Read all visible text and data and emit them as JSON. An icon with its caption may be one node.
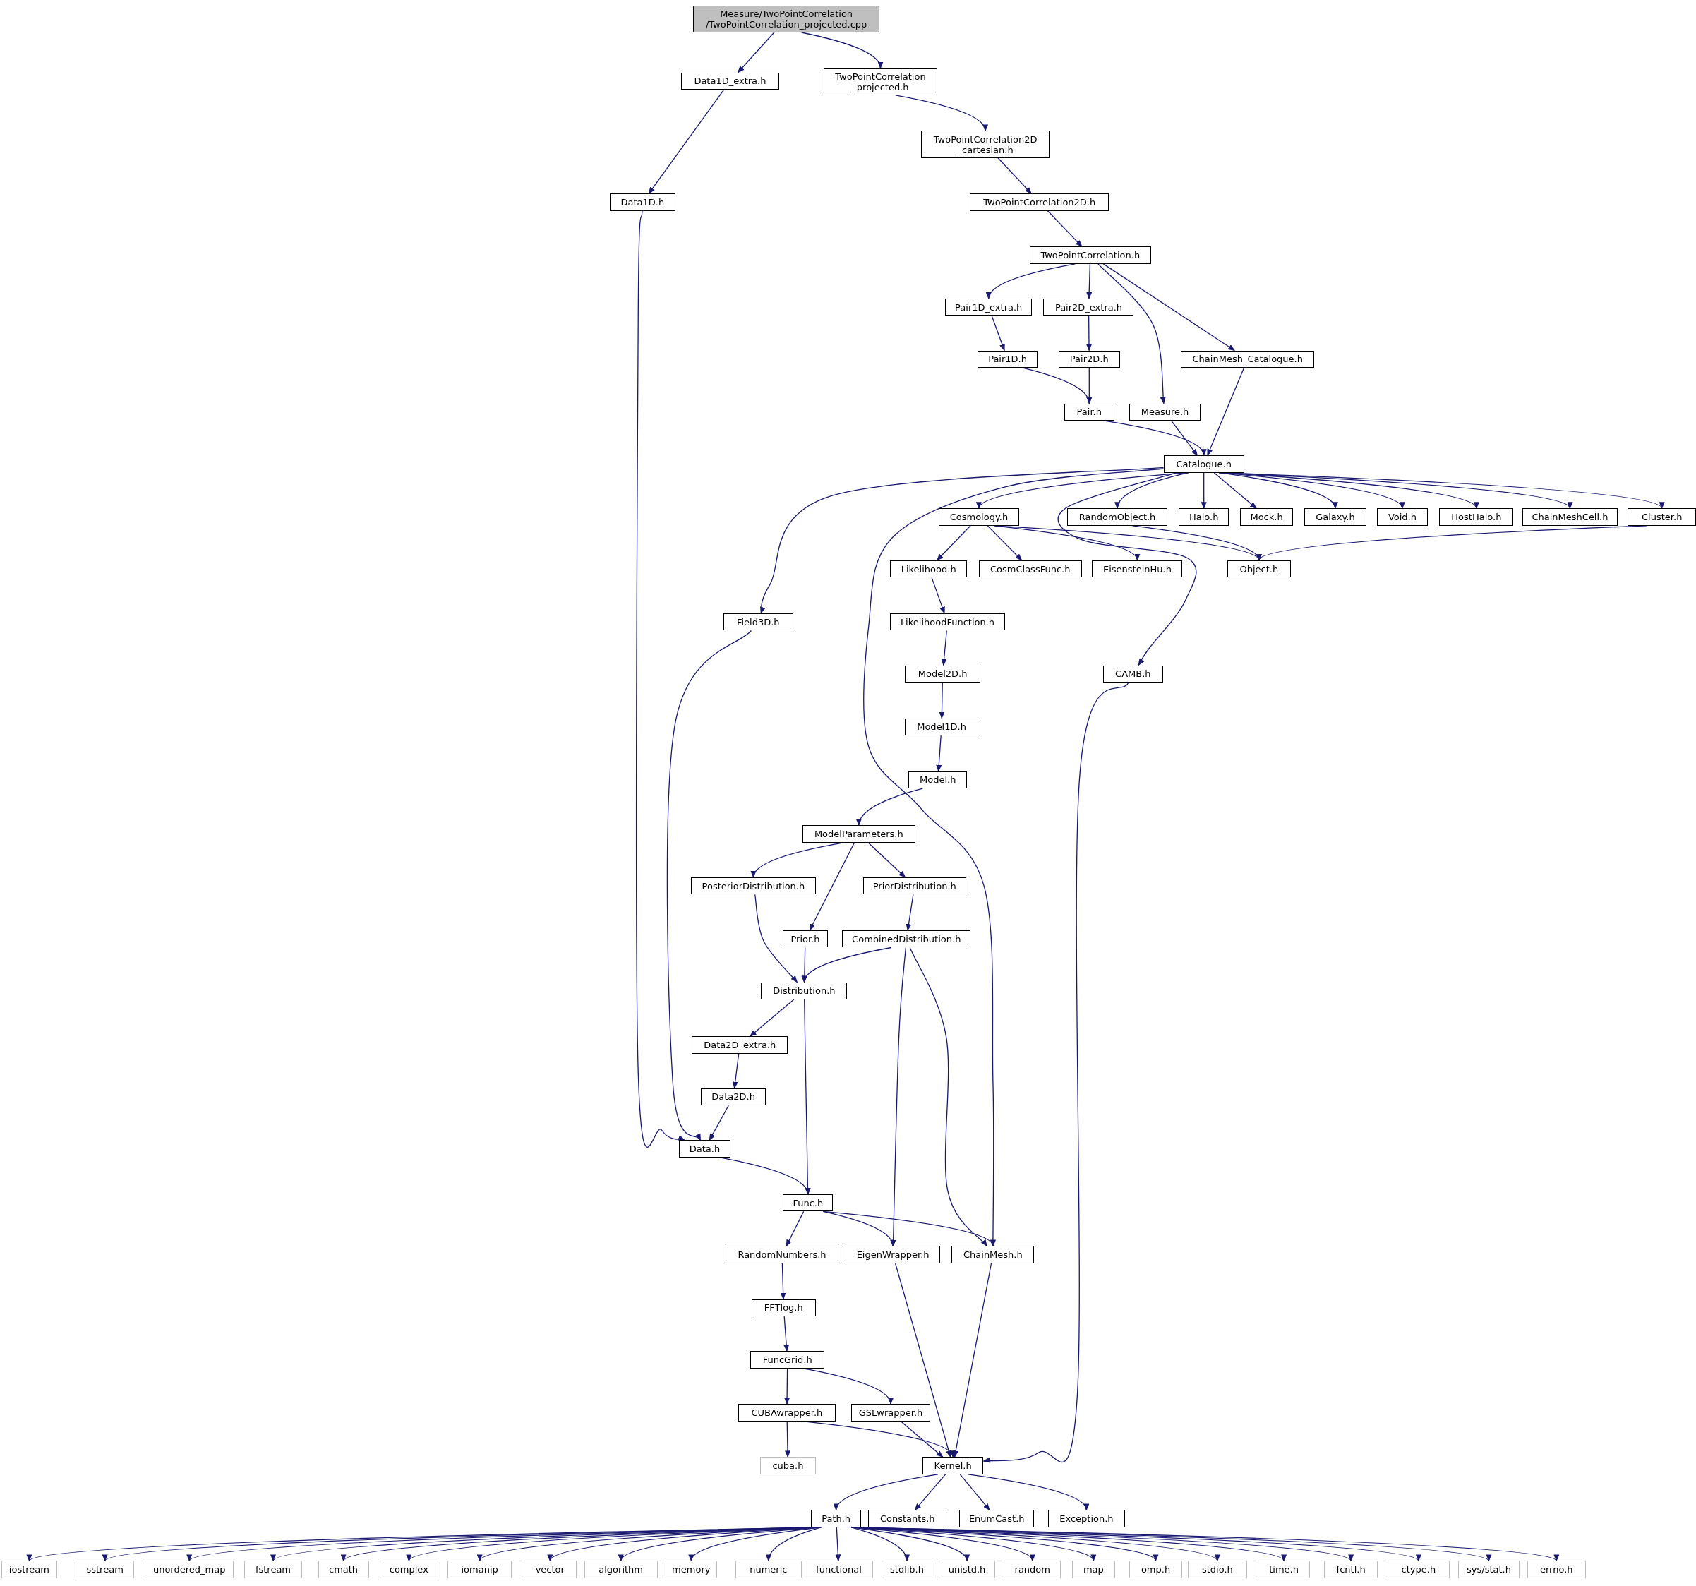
{
  "diagram": {
    "nodes": [
      {
        "text": [
          "Measure/TwoPointCorrelation /TwoPointCorrelation_projected.cpp"
        ]
      },
      {
        "text": [
          "Data1D_extra.h"
        ]
      },
      {
        "text": [
          "TwoPointCorrelation _projected.h"
        ]
      },
      {
        "text": [
          "TwoPointCorrelation2D _cartesian.h"
        ]
      },
      {
        "text": [
          "Data1D.h"
        ]
      },
      {
        "text": [
          "TwoPointCorrelation2D.h"
        ]
      },
      {
        "text": [
          "TwoPointCorrelation.h"
        ]
      },
      {
        "text": [
          "Pair1D_extra.h"
        ]
      },
      {
        "text": [
          "Pair2D_extra.h"
        ]
      },
      {
        "text": [
          "Pair1D.h"
        ]
      },
      {
        "text": [
          "Pair2D.h"
        ]
      },
      {
        "text": [
          "ChainMesh_Catalogue.h"
        ]
      },
      {
        "text": [
          "Pair.h"
        ]
      },
      {
        "text": [
          "Measure.h"
        ]
      },
      {
        "text": [
          "Catalogue.h"
        ]
      },
      {
        "text": [
          "Cosmology.h"
        ]
      },
      {
        "text": [
          "RandomObject.h"
        ]
      },
      {
        "text": [
          "Halo.h"
        ]
      },
      {
        "text": [
          "Mock.h"
        ]
      },
      {
        "text": [
          "Galaxy.h"
        ]
      },
      {
        "text": [
          "Void.h"
        ]
      },
      {
        "text": [
          "HostHalo.h"
        ]
      },
      {
        "text": [
          "ChainMeshCell.h"
        ]
      },
      {
        "text": [
          "Cluster.h"
        ]
      },
      {
        "text": [
          "Likelihood.h"
        ]
      },
      {
        "text": [
          "CosmClassFunc.h"
        ]
      },
      {
        "text": [
          "EisensteinHu.h"
        ]
      },
      {
        "text": [
          "Object.h"
        ]
      },
      {
        "text": [
          "Field3D.h"
        ]
      },
      {
        "text": [
          "LikelihoodFunction.h"
        ]
      },
      {
        "text": [
          "Model2D.h"
        ]
      },
      {
        "text": [
          "CAMB.h"
        ]
      },
      {
        "text": [
          "Model1D.h"
        ]
      },
      {
        "text": [
          "Model.h"
        ]
      },
      {
        "text": [
          "ModelParameters.h"
        ]
      },
      {
        "text": [
          "PosteriorDistribution.h"
        ]
      },
      {
        "text": [
          "PriorDistribution.h"
        ]
      },
      {
        "text": [
          "Prior.h"
        ]
      },
      {
        "text": [
          "CombinedDistribution.h"
        ]
      },
      {
        "text": [
          "Distribution.h"
        ]
      },
      {
        "text": [
          "Data2D_extra.h"
        ]
      },
      {
        "text": [
          "Data2D.h"
        ]
      },
      {
        "text": [
          "Data.h"
        ]
      },
      {
        "text": [
          "Func.h"
        ]
      },
      {
        "text": [
          "RandomNumbers.h"
        ]
      },
      {
        "text": [
          "EigenWrapper.h"
        ]
      },
      {
        "text": [
          "ChainMesh.h"
        ]
      },
      {
        "text": [
          "FFTlog.h"
        ]
      },
      {
        "text": [
          "FuncGrid.h"
        ]
      },
      {
        "text": [
          "CUBAwrapper.h"
        ]
      },
      {
        "text": [
          "GSLwrapper.h"
        ]
      },
      {
        "text": [
          "cuba.h"
        ]
      },
      {
        "text": [
          "Kernel.h"
        ]
      },
      {
        "text": [
          "Path.h"
        ]
      },
      {
        "text": [
          "Constants.h"
        ]
      },
      {
        "text": [
          "EnumCast.h"
        ]
      },
      {
        "text": [
          "Exception.h"
        ]
      },
      {
        "text": [
          "iostream"
        ]
      },
      {
        "text": [
          "sstream"
        ]
      },
      {
        "text": [
          "unordered_map"
        ]
      },
      {
        "text": [
          "fstream"
        ]
      },
      {
        "text": [
          "cmath"
        ]
      },
      {
        "text": [
          "complex"
        ]
      },
      {
        "text": [
          "iomanip"
        ]
      },
      {
        "text": [
          "vector"
        ]
      },
      {
        "text": [
          "algorithm"
        ]
      },
      {
        "text": [
          "memory"
        ]
      },
      {
        "text": [
          "numeric"
        ]
      },
      {
        "text": [
          "functional"
        ]
      },
      {
        "text": [
          "stdlib.h"
        ]
      },
      {
        "text": [
          "unistd.h"
        ]
      },
      {
        "text": [
          "random"
        ]
      },
      {
        "text": [
          "map"
        ]
      },
      {
        "text": [
          "omp.h"
        ]
      },
      {
        "text": [
          "stdio.h"
        ]
      },
      {
        "text": [
          "time.h"
        ]
      },
      {
        "text": [
          "fcntl.h"
        ]
      },
      {
        "text": [
          "ctype.h"
        ]
      },
      {
        "text": [
          "sys/stat.h"
        ]
      },
      {
        "text": [
          "errno.h"
        ]
      }
    ],
    "edges": [
      {
        "from": 0,
        "to": 1,
        "arrow": "to"
      },
      {
        "from": 0,
        "to": 2,
        "arrow": "to"
      },
      {
        "from": 1,
        "to": 4,
        "arrow": "to"
      },
      {
        "from": 2,
        "to": 3,
        "arrow": "to"
      },
      {
        "from": 3,
        "to": 5,
        "arrow": "to"
      },
      {
        "from": 5,
        "to": 6,
        "arrow": "to"
      },
      {
        "from": 4,
        "to": 42,
        "arrow": "to"
      },
      {
        "from": 6,
        "to": 7,
        "arrow": "to"
      },
      {
        "from": 6,
        "to": 8,
        "arrow": "to"
      },
      {
        "from": 6,
        "to": 13,
        "arrow": "to"
      },
      {
        "from": 6,
        "to": 11,
        "arrow": "to"
      },
      {
        "from": 7,
        "to": 9,
        "arrow": "to"
      },
      {
        "from": 8,
        "to": 10,
        "arrow": "to"
      },
      {
        "from": 9,
        "to": 12,
        "arrow": "to"
      },
      {
        "from": 10,
        "to": 12,
        "arrow": "to"
      },
      {
        "from": 12,
        "to": 14,
        "arrow": "to"
      },
      {
        "from": 13,
        "to": 14,
        "arrow": "to"
      },
      {
        "from": 11,
        "to": 14,
        "arrow": "to"
      },
      {
        "from": 14,
        "to": 15,
        "arrow": "to"
      },
      {
        "from": 14,
        "to": 16,
        "arrow": "to"
      },
      {
        "from": 14,
        "to": 17,
        "arrow": "to"
      },
      {
        "from": 14,
        "to": 18,
        "arrow": "to"
      },
      {
        "from": 14,
        "to": 19,
        "arrow": "to"
      },
      {
        "from": 14,
        "to": 20,
        "arrow": "to"
      },
      {
        "from": 14,
        "to": 21,
        "arrow": "to"
      },
      {
        "from": 14,
        "to": 22,
        "arrow": "to"
      },
      {
        "from": 14,
        "to": 23,
        "arrow": "to"
      },
      {
        "from": 14,
        "to": 28,
        "arrow": "to"
      },
      {
        "from": 14,
        "to": 46,
        "arrow": "to"
      },
      {
        "from": 14,
        "to": 31,
        "arrow": "to"
      },
      {
        "from": 15,
        "to": 24,
        "arrow": "to"
      },
      {
        "from": 15,
        "to": 25,
        "arrow": "to"
      },
      {
        "from": 15,
        "to": 26,
        "arrow": "to"
      },
      {
        "from": 15,
        "to": 27,
        "arrow": "to"
      },
      {
        "from": 16,
        "to": 27,
        "arrow": "to"
      },
      {
        "from": 23,
        "to": 27,
        "arrow": "to"
      },
      {
        "from": 24,
        "to": 29,
        "arrow": "to"
      },
      {
        "from": 29,
        "to": 30,
        "arrow": "to"
      },
      {
        "from": 30,
        "to": 32,
        "arrow": "to"
      },
      {
        "from": 32,
        "to": 33,
        "arrow": "to"
      },
      {
        "from": 33,
        "to": 34,
        "arrow": "to"
      },
      {
        "from": 34,
        "to": 35,
        "arrow": "to"
      },
      {
        "from": 34,
        "to": 37,
        "arrow": "to"
      },
      {
        "from": 34,
        "to": 36,
        "arrow": "to"
      },
      {
        "from": 36,
        "to": 38,
        "arrow": "to"
      },
      {
        "from": 35,
        "to": 39,
        "arrow": "to"
      },
      {
        "from": 37,
        "to": 39,
        "arrow": "to"
      },
      {
        "from": 38,
        "to": 39,
        "arrow": "to"
      },
      {
        "from": 38,
        "to": 45,
        "arrow": "to"
      },
      {
        "from": 38,
        "to": 46,
        "arrow": "to"
      },
      {
        "from": 39,
        "to": 40,
        "arrow": "to"
      },
      {
        "from": 39,
        "to": 43,
        "arrow": "to"
      },
      {
        "from": 40,
        "to": 41,
        "arrow": "to"
      },
      {
        "from": 41,
        "to": 42,
        "arrow": "to"
      },
      {
        "from": 28,
        "to": 42,
        "arrow": "to"
      },
      {
        "from": 42,
        "to": 43,
        "arrow": "to"
      },
      {
        "from": 43,
        "to": 44,
        "arrow": "to"
      },
      {
        "from": 43,
        "to": 45,
        "arrow": "to"
      },
      {
        "from": 43,
        "to": 46,
        "arrow": "to"
      },
      {
        "from": 44,
        "to": 47,
        "arrow": "to"
      },
      {
        "from": 47,
        "to": 48,
        "arrow": "to"
      },
      {
        "from": 48,
        "to": 49,
        "arrow": "to"
      },
      {
        "from": 48,
        "to": 50,
        "arrow": "to"
      },
      {
        "from": 49,
        "to": 51,
        "arrow": "to"
      },
      {
        "from": 49,
        "to": 52,
        "arrow": "to"
      },
      {
        "from": 50,
        "to": 52,
        "arrow": "to"
      },
      {
        "from": 45,
        "to": 52,
        "arrow": "to"
      },
      {
        "from": 46,
        "to": 52,
        "arrow": "to"
      },
      {
        "from": 31,
        "to": 52,
        "arrow": "to"
      },
      {
        "from": 52,
        "to": 53,
        "arrow": "to"
      },
      {
        "from": 52,
        "to": 54,
        "arrow": "to"
      },
      {
        "from": 52,
        "to": 55,
        "arrow": "to"
      },
      {
        "from": 52,
        "to": 56,
        "arrow": "to"
      },
      {
        "from": 53,
        "to": 57,
        "arrow": "to"
      },
      {
        "from": 53,
        "to": 58,
        "arrow": "to"
      },
      {
        "from": 53,
        "to": 59,
        "arrow": "to"
      },
      {
        "from": 53,
        "to": 60,
        "arrow": "to"
      },
      {
        "from": 53,
        "to": 61,
        "arrow": "to"
      },
      {
        "from": 53,
        "to": 62,
        "arrow": "to"
      },
      {
        "from": 53,
        "to": 63,
        "arrow": "to"
      },
      {
        "from": 53,
        "to": 64,
        "arrow": "to"
      },
      {
        "from": 53,
        "to": 65,
        "arrow": "to"
      },
      {
        "from": 53,
        "to": 66,
        "arrow": "to"
      },
      {
        "from": 53,
        "to": 67,
        "arrow": "to"
      },
      {
        "from": 53,
        "to": 68,
        "arrow": "to"
      },
      {
        "from": 53,
        "to": 69,
        "arrow": "to"
      },
      {
        "from": 53,
        "to": 70,
        "arrow": "to"
      },
      {
        "from": 53,
        "to": 71,
        "arrow": "to"
      },
      {
        "from": 53,
        "to": 72,
        "arrow": "to"
      },
      {
        "from": 53,
        "to": 73,
        "arrow": "to"
      },
      {
        "from": 53,
        "to": 74,
        "arrow": "to"
      },
      {
        "from": 53,
        "to": 75,
        "arrow": "to"
      },
      {
        "from": 53,
        "to": 76,
        "arrow": "to"
      },
      {
        "from": 53,
        "to": 77,
        "arrow": "to"
      },
      {
        "from": 53,
        "to": 78,
        "arrow": "to"
      },
      {
        "from": 53,
        "to": 79,
        "arrow": "to"
      }
    ]
  }
}
